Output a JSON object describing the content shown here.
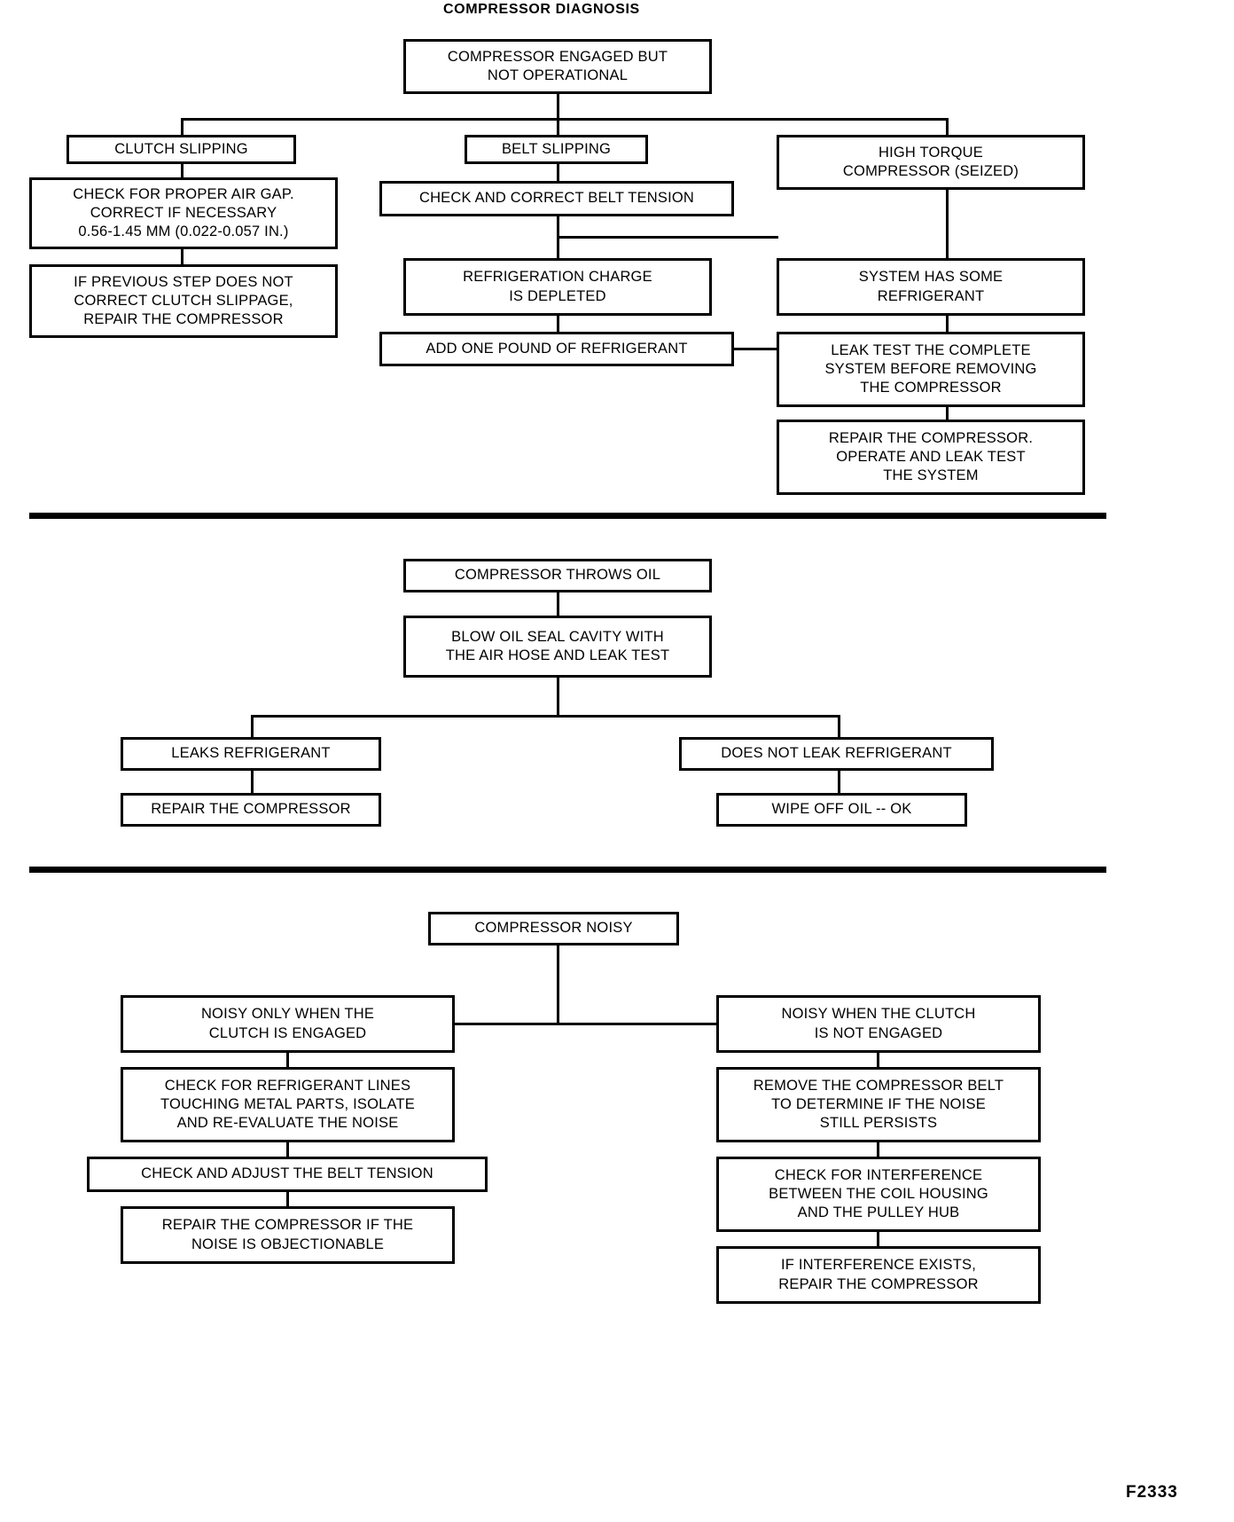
{
  "figure": {
    "title": "COMPRESSOR DIAGNOSIS",
    "code": "F2333"
  },
  "chart_data": {
    "type": "diagram",
    "diagram_type": "flowchart",
    "title": "COMPRESSOR DIAGNOSIS",
    "sections": [
      {
        "id": "compressor-engaged-not-operational",
        "root": "COMPRESSOR ENGAGED BUT NOT OPERATIONAL",
        "branches": [
          {
            "label": "CLUTCH SLIPPING",
            "steps": [
              "CHECK FOR PROPER AIR GAP. CORRECT IF NECESSARY 0.56-1.45 MM (0.022-0.057 IN.)",
              "IF PREVIOUS STEP DOES NOT CORRECT CLUTCH SLIPPAGE, REPAIR THE COMPRESSOR"
            ]
          },
          {
            "label": "BELT SLIPPING",
            "steps": [
              "CHECK AND CORRECT BELT TENSION",
              "REFRIGERATION CHARGE IS DEPLETED",
              "ADD ONE POUND OF REFRIGERANT"
            ]
          },
          {
            "label": "HIGH TORQUE COMPRESSOR (SEIZED)",
            "steps": [
              "SYSTEM HAS SOME REFRIGERANT",
              "LEAK TEST THE COMPLETE SYSTEM BEFORE REMOVING THE COMPRESSOR",
              "REPAIR THE COMPRESSOR. OPERATE AND LEAK TEST THE SYSTEM"
            ]
          }
        ]
      },
      {
        "id": "compressor-throws-oil",
        "root": "COMPRESSOR THROWS OIL",
        "branches": [
          {
            "label": "LEAKS REFRIGERANT",
            "steps": [
              "REPAIR THE COMPRESSOR"
            ]
          },
          {
            "label": "DOES NOT LEAK REFRIGERANT",
            "steps": [
              "WIPE OFF OIL -- OK"
            ]
          }
        ]
      },
      {
        "id": "compressor-noisy",
        "root": "COMPRESSOR NOISY",
        "branches": [
          {
            "label": "NOISY ONLY WHEN THE CLUTCH IS ENGAGED",
            "steps": [
              "CHECK FOR REFRIGERANT LINES TOUCHING METAL PARTS, ISOLATE AND RE-EVALUATE THE NOISE",
              "CHECK AND ADJUST THE BELT TENSION",
              "REPAIR THE COMPRESSOR IF THE NOISE IS OBJECTIONABLE"
            ]
          },
          {
            "label": "NOISY WHEN THE CLUTCH IS NOT ENGAGED",
            "steps": [
              "REMOVE THE COMPRESSOR BELT TO DETERMINE IF THE NOISE STILL PERSISTS",
              "CHECK FOR INTERFERENCE BETWEEN THE COIL HOUSING AND THE PULLEY HUB",
              "IF INTERFERENCE EXISTS, REPAIR THE COMPRESSOR"
            ]
          }
        ]
      }
    ]
  },
  "s1": {
    "root": "COMPRESSOR ENGAGED BUT\nNOT OPERATIONAL",
    "clutch_slipping": "CLUTCH SLIPPING",
    "air_gap": "CHECK FOR PROPER AIR GAP.\nCORRECT IF NECESSARY\n0.56-1.45 MM (0.022-0.057 IN.)",
    "clutch_repair": "IF PREVIOUS STEP DOES NOT\nCORRECT CLUTCH SLIPPAGE,\nREPAIR THE COMPRESSOR",
    "belt_slipping": "BELT SLIPPING",
    "belt_tension": "CHECK AND CORRECT BELT TENSION",
    "charge_depleted": "REFRIGERATION CHARGE\nIS DEPLETED",
    "add_pound": "ADD ONE POUND OF REFRIGERANT",
    "high_torque": "HIGH TORQUE\nCOMPRESSOR (SEIZED)",
    "has_refrigerant": "SYSTEM HAS SOME\nREFRIGERANT",
    "leak_test": "LEAK TEST THE COMPLETE\nSYSTEM BEFORE REMOVING\nTHE COMPRESSOR",
    "repair_operate": "REPAIR THE COMPRESSOR.\nOPERATE AND LEAK TEST\nTHE SYSTEM"
  },
  "s2": {
    "root": "COMPRESSOR THROWS OIL",
    "blow_oil": "BLOW OIL SEAL CAVITY WITH\nTHE AIR HOSE AND LEAK TEST",
    "leaks": "LEAKS REFRIGERANT",
    "repair": "REPAIR THE COMPRESSOR",
    "no_leak": "DOES NOT LEAK REFRIGERANT",
    "wipe": "WIPE OFF OIL -- OK"
  },
  "s3": {
    "root": "COMPRESSOR NOISY",
    "engaged": "NOISY ONLY WHEN THE\nCLUTCH IS ENGAGED",
    "check_lines": "CHECK FOR REFRIGERANT LINES\nTOUCHING METAL PARTS, ISOLATE\nAND RE-EVALUATE THE NOISE",
    "adjust_belt": "CHECK AND ADJUST THE BELT TENSION",
    "repair_noise": "REPAIR THE COMPRESSOR IF THE\nNOISE IS OBJECTIONABLE",
    "not_engaged": "NOISY WHEN THE CLUTCH\nIS NOT ENGAGED",
    "remove_belt": "REMOVE THE COMPRESSOR BELT\nTO DETERMINE IF THE NOISE\nSTILL PERSISTS",
    "check_interference": "CHECK FOR INTERFERENCE\nBETWEEN THE COIL HOUSING\nAND THE PULLEY HUB",
    "if_interference": "IF INTERFERENCE EXISTS,\nREPAIR THE COMPRESSOR"
  }
}
